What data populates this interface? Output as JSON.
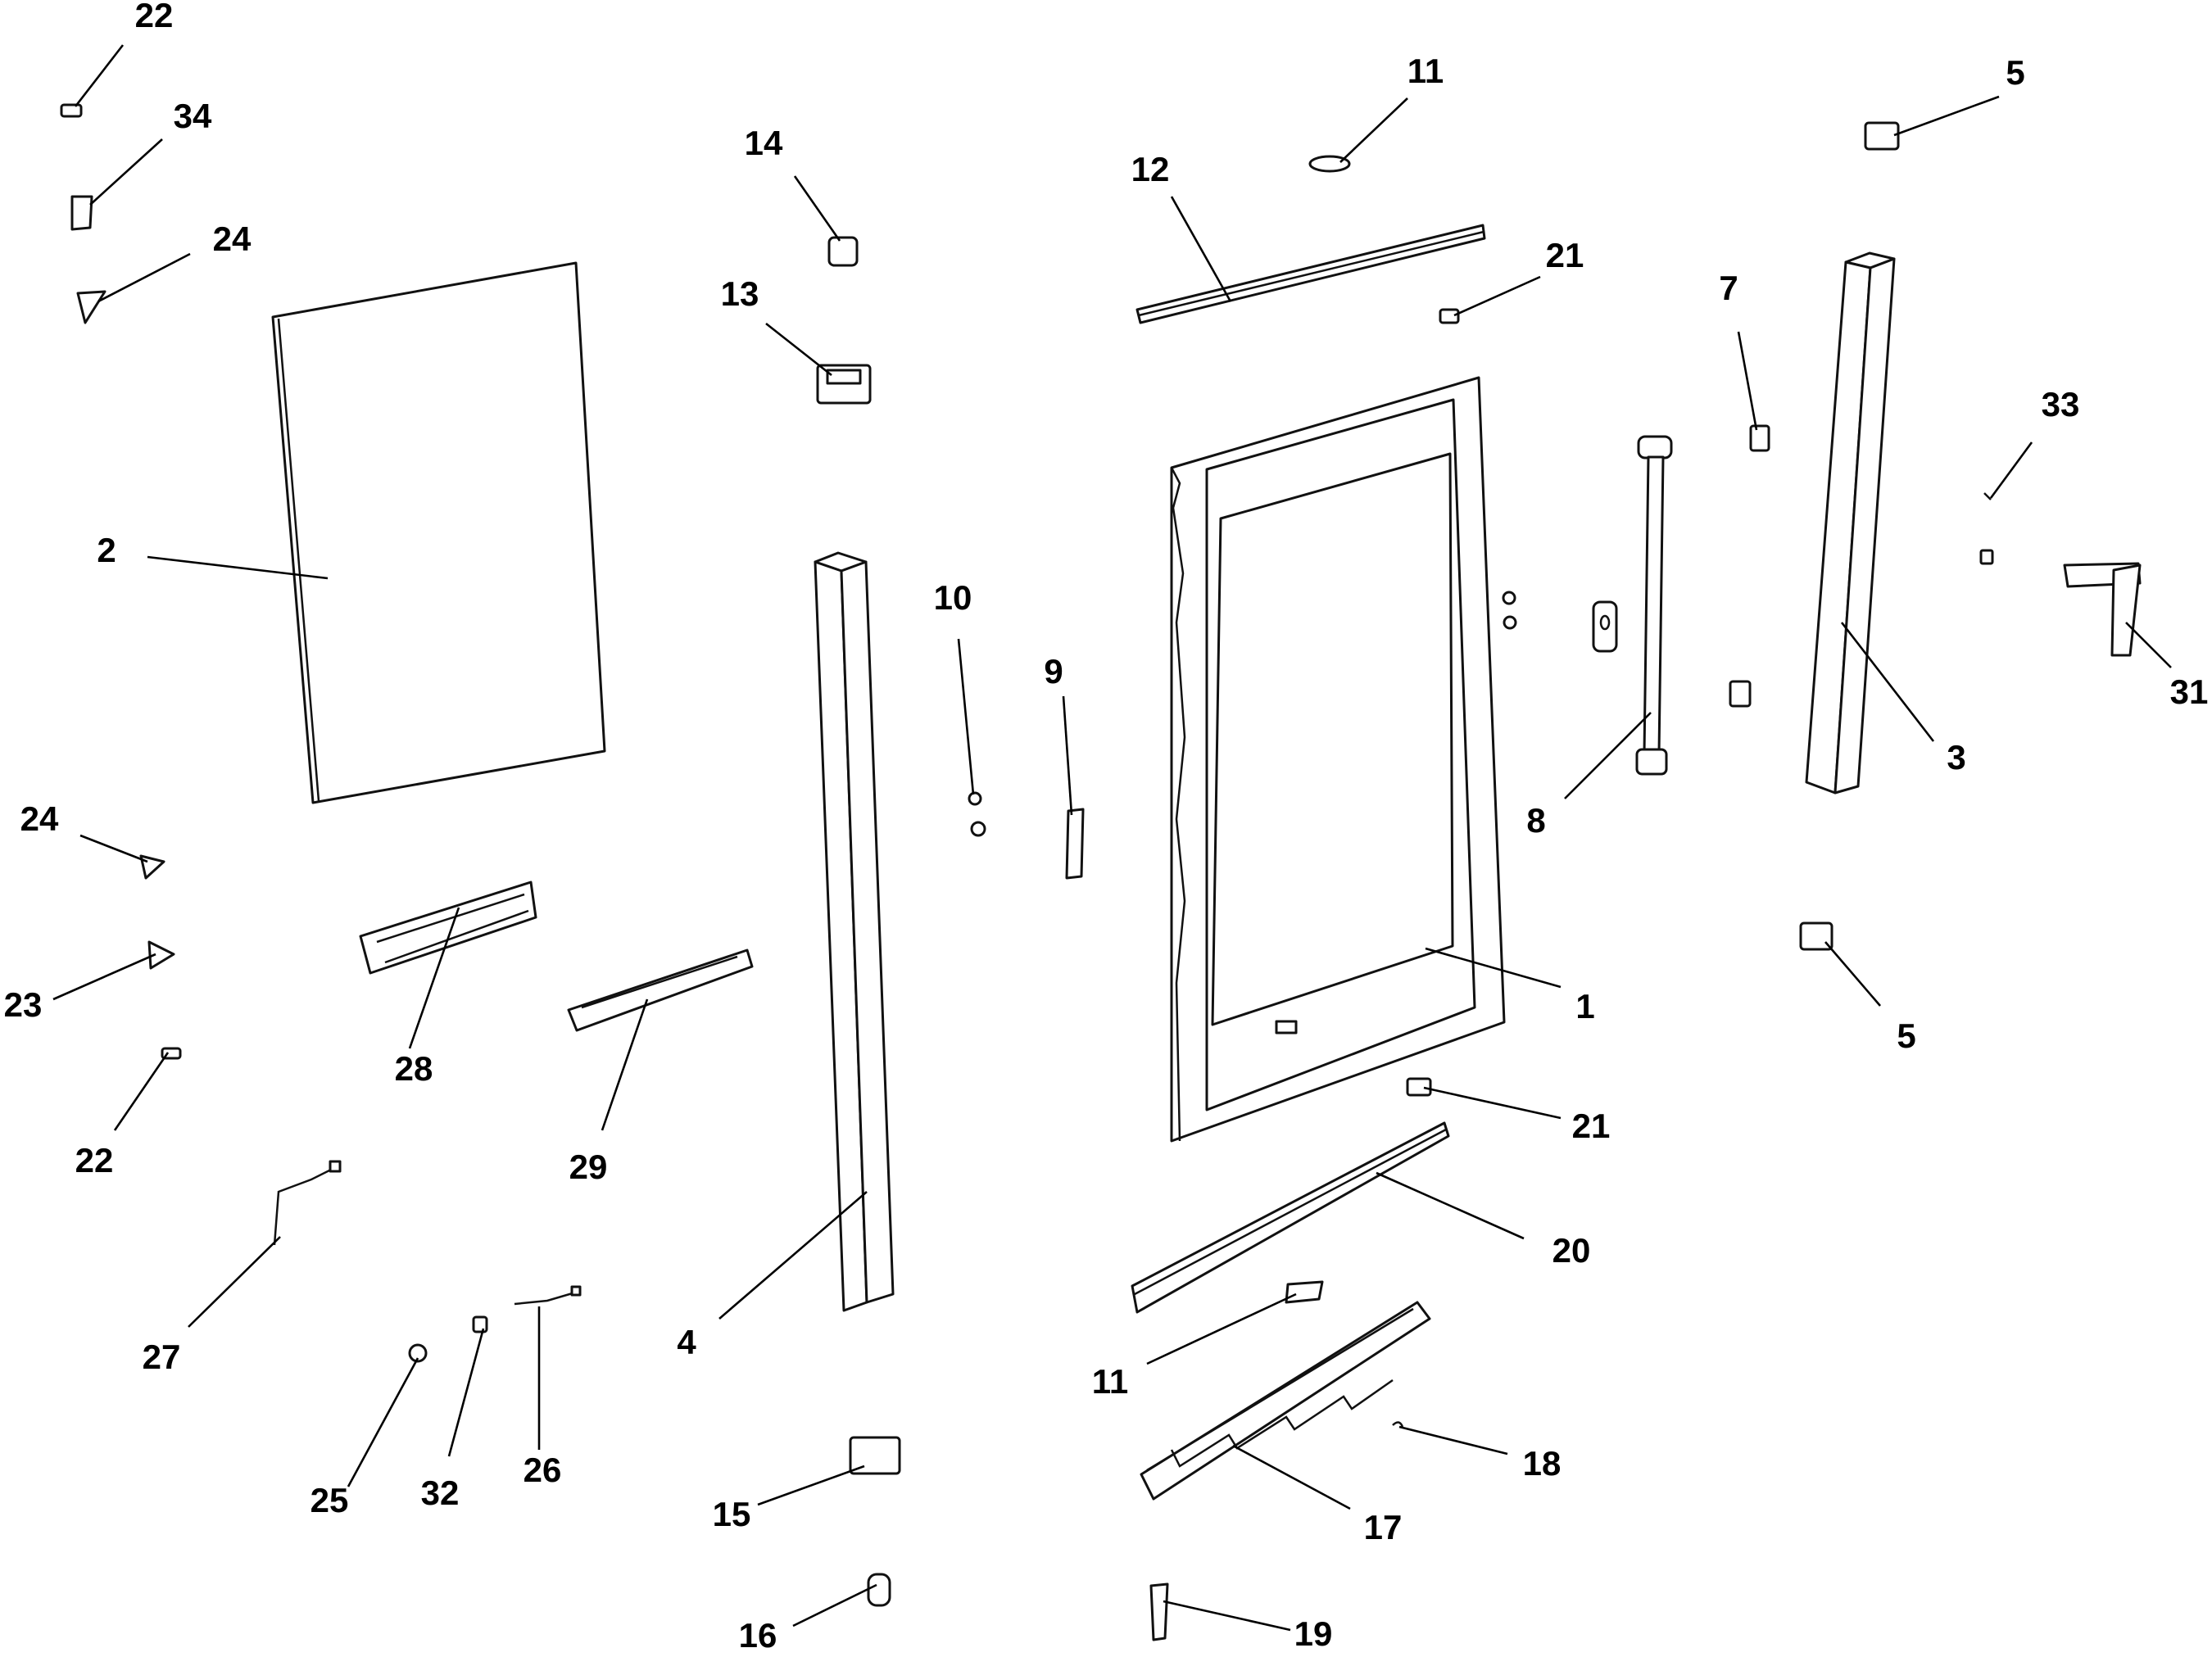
{
  "callouts": {
    "c1": "1",
    "c2": "2",
    "c3": "3",
    "c4": "4",
    "c5a": "5",
    "c5b": "5",
    "c7": "7",
    "c8": "8",
    "c9": "9",
    "c10": "10",
    "c11a": "11",
    "c11b": "11",
    "c12": "12",
    "c13": "13",
    "c14": "14",
    "c15": "15",
    "c16": "16",
    "c17": "17",
    "c18": "18",
    "c19": "19",
    "c20": "20",
    "c21a": "21",
    "c21b": "21",
    "c22a": "22",
    "c22b": "22",
    "c23": "23",
    "c24a": "24",
    "c24b": "24",
    "c25": "25",
    "c26": "26",
    "c27": "27",
    "c28": "28",
    "c29": "29",
    "c31": "31",
    "c32": "32",
    "c33": "33",
    "c34": "34"
  }
}
